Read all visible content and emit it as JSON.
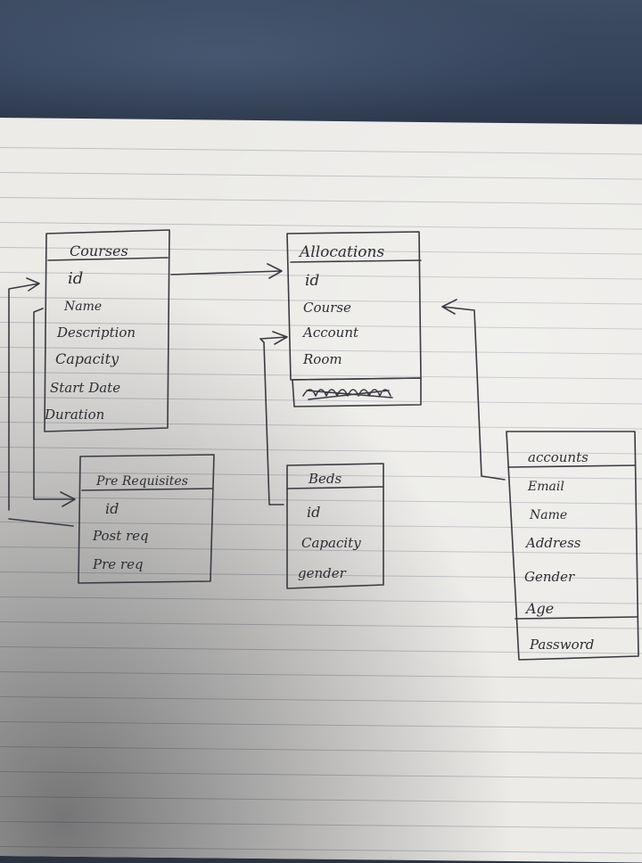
{
  "entities": {
    "courses": {
      "title": "Courses",
      "fields": [
        "id",
        "Name",
        "Description",
        "Capacity",
        "Start Date",
        "Duration"
      ]
    },
    "allocations": {
      "title": "Allocations",
      "fields": [
        "id",
        "Course",
        "Account",
        "Room"
      ],
      "extra": "scribbled-out text"
    },
    "prerequisites": {
      "title": "Pre Requisites",
      "fields": [
        "id",
        "Post req",
        "Pre req"
      ]
    },
    "beds": {
      "title": "Beds",
      "fields": [
        "id",
        "Capacity",
        "gender"
      ]
    },
    "accounts": {
      "title": "accounts",
      "fields": [
        "Email",
        "Name",
        "Address",
        "Gender",
        "Age"
      ],
      "extra": "Password"
    }
  },
  "colors": {
    "ink": "#2d2d33",
    "paper": "#ecebe8",
    "rules": "#9aa0aa"
  }
}
